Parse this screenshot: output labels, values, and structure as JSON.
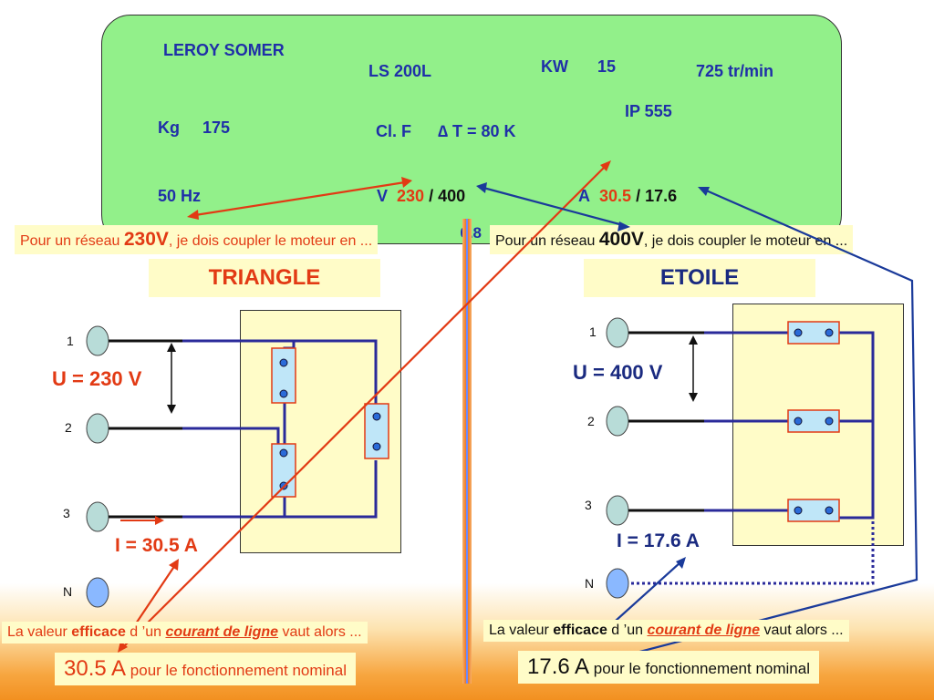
{
  "plate": {
    "brand": "LEROY SOMER",
    "model": "LS 200L",
    "kw_label": "KW",
    "kw_value": "15",
    "speed": "725 tr/min",
    "ip": "IP 555",
    "kg_label": "Kg",
    "kg_value": "175",
    "class": "Cl. F",
    "delta_t": "∆ T = 80 K",
    "freq": "50 Hz",
    "v_label": "V",
    "v_triangle": "230",
    "v_sep": "/",
    "v_star": "400",
    "a_label": "A",
    "a_triangle": "30.5",
    "a_sep": "/",
    "a_star": "17.6",
    "pf_partial": "0.8"
  },
  "left": {
    "question_pre": "Pour un réseau ",
    "question_value": "230V",
    "question_post": ", je dois coupler le moteur en ...",
    "coupling": "TRIANGLE",
    "voltage": "U = 230 V",
    "current": "I = 30.5 A",
    "terminals": [
      "1",
      "2",
      "3",
      "N"
    ],
    "efficace_pre": "La valeur ",
    "efficace_bold": "efficace",
    "efficace_mid": " d ’un ",
    "efficace_em": "courant de ligne",
    "efficace_post": " vaut alors ...",
    "result_value": "30.5 A",
    "result_text": " pour le fonctionnement nominal"
  },
  "right": {
    "question_pre": "Pour un réseau ",
    "question_value": "400V",
    "question_post": ", je dois coupler le moteur en ...",
    "coupling": "ETOILE",
    "voltage": "U = 400 V",
    "current": "I = 17.6 A",
    "terminals": [
      "1",
      "2",
      "3",
      "N"
    ],
    "efficace_pre": "La valeur ",
    "efficace_bold": "efficace",
    "efficace_mid": " d ’un ",
    "efficace_em": "courant de ligne",
    "efficace_post": " vaut alors ...",
    "result_value": "17.6 A",
    "result_text": " pour le fonctionnement nominal"
  },
  "colors": {
    "plate_bg": "#92f08a",
    "plate_text": "#1f2fa8",
    "accent_red": "#e23a14",
    "wire_blue": "#1a3a9a",
    "label_bg": "#fffcc8"
  }
}
